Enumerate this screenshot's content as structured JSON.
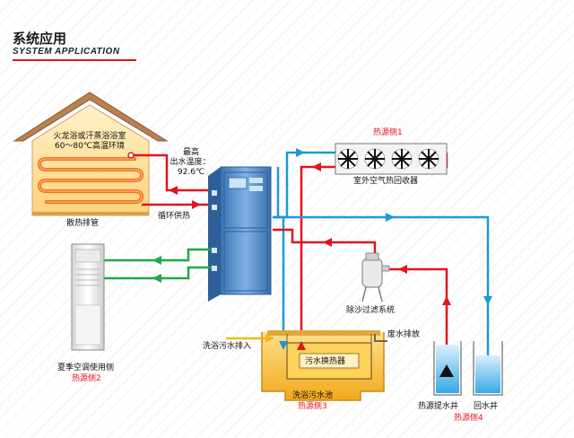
{
  "title": {
    "cn": "系统应用",
    "en": "SYSTEM APPLICATION"
  },
  "labels": {
    "bathroom": "火龙浴或汗蒸浴浴室",
    "bathroom_temp": "60～80℃高温环境",
    "radiator": "散热排管",
    "circulation": "循环供热",
    "max_temp_1": "最高",
    "max_temp_2": "出水温度：",
    "max_temp_3": "92.6℃",
    "heat_source_1": "热源侧1",
    "air_recovery": "室外空气热回收器",
    "sand_filter": "除沙过滤系统",
    "wastewater_in": "洗浴污水排入",
    "wastewater_out": "废水排放",
    "exchanger": "污水换热器",
    "pool": "洗浴污水池",
    "heat_source_3": "热源侧3",
    "extraction_well": "热源提水井",
    "return_well": "回水井",
    "heat_source_4": "热源侧4",
    "ac_use": "夏季空调使用侧",
    "heat_source_2": "热源侧2"
  },
  "colors": {
    "hot_pipe": "#e3141b",
    "cold_pipe": "#1a9ad6",
    "green_pipe": "#1fa84a",
    "house": "#c98a4e",
    "heat_coil": "#f26f1d",
    "unit_blue": "#4a86c5",
    "pool_fill": "#f5c23a",
    "well_water": "#7cc8f0"
  },
  "icons": [
    "fan-icon",
    "flow-arrow-icon",
    "pump-icon",
    "sand-filter-tank-icon"
  ]
}
